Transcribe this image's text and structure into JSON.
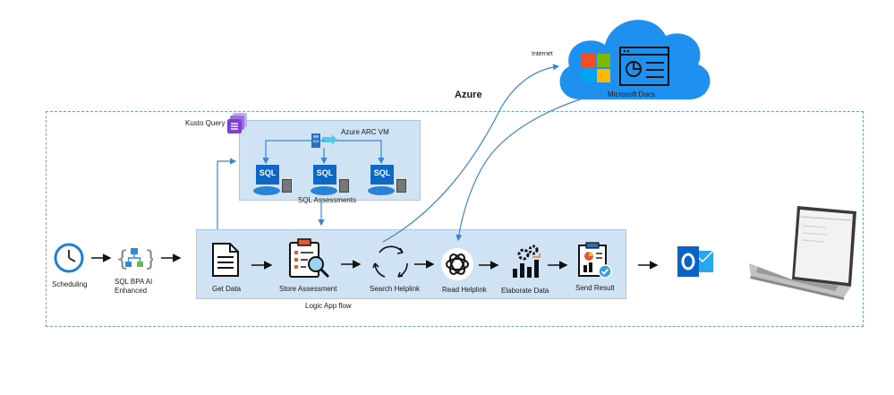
{
  "azure_label": "Azure",
  "internet_label": "Internet",
  "cloud": {
    "label": "Microsoft Docs"
  },
  "kusto_label": "Kusto Query",
  "arc_vm_label": "Azure ARC VM",
  "sql_badge": "SQL",
  "sql_assessments_label": "SQL Assessments",
  "logic_app_label": "Logic App flow",
  "scheduling_label": "Scheduling",
  "bpa_label_line1": "SQL BPA AI",
  "bpa_label_line2": "Enhanced",
  "steps": [
    {
      "label": "Get Data"
    },
    {
      "label": "Store Assessment"
    },
    {
      "label": "Search Helplink"
    },
    {
      "label": "Read Helplink"
    },
    {
      "label": "Elaborate Data"
    },
    {
      "label": "Send Result"
    }
  ],
  "colors": {
    "frame": "#6f9fd0",
    "box_fill": "#cfe3f5",
    "cloud": "#1e90f0",
    "arrow_blue": "#3c86d1",
    "outlook": "#0a64c8"
  }
}
